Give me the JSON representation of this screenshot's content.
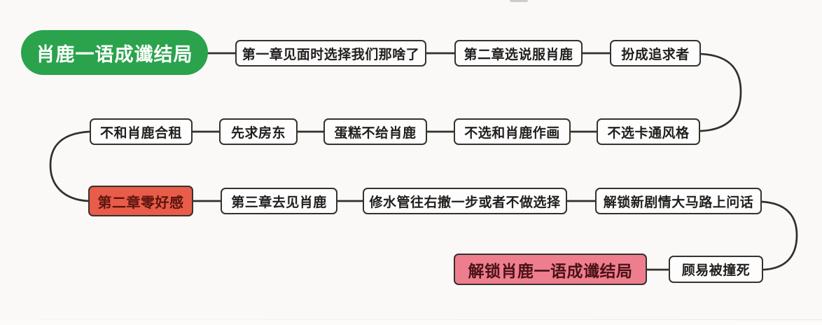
{
  "diagram": {
    "type": "flowchart",
    "nodes": [
      {
        "id": "root",
        "label": "肖鹿一语成谶结局",
        "kind": "root"
      },
      {
        "id": "ch1-choice",
        "label": "第一章见面时选择我们那啥了",
        "kind": "step"
      },
      {
        "id": "ch2-persuade",
        "label": "第二章选说服肖鹿",
        "kind": "step"
      },
      {
        "id": "pretend-suitor",
        "label": "扮成追求者",
        "kind": "step"
      },
      {
        "id": "no-cartoon-style",
        "label": "不选卡通风格",
        "kind": "step"
      },
      {
        "id": "no-paint-together",
        "label": "不选和肖鹿作画",
        "kind": "step"
      },
      {
        "id": "no-cake",
        "label": "蛋糕不给肖鹿",
        "kind": "step"
      },
      {
        "id": "ask-landlord-first",
        "label": "先求房东",
        "kind": "step"
      },
      {
        "id": "no-cohabit",
        "label": "不和肖鹿合租",
        "kind": "step"
      },
      {
        "id": "ch2-zero-favor",
        "label": "第二章零好感",
        "kind": "milestone"
      },
      {
        "id": "ch3-visit",
        "label": "第三章去见肖鹿",
        "kind": "step"
      },
      {
        "id": "plumbing-choice",
        "label": "修水管往右撤一步或者不做选择",
        "kind": "step"
      },
      {
        "id": "unlock-street-question",
        "label": "解锁新剧情大马路上问话",
        "kind": "step"
      },
      {
        "id": "guyi-hit",
        "label": "顾易被撞死",
        "kind": "step"
      },
      {
        "id": "unlock-ending",
        "label": "解锁肖鹿一语成谶结局",
        "kind": "ending"
      }
    ],
    "colors": {
      "canvas_bg": "#faf9f8",
      "node_bg": "#fdfdfd",
      "node_border": "#36322e",
      "node_text": "#211f1d",
      "connector": "#33302c",
      "root_bg": "#2aa34c",
      "root_text": "#ffffff",
      "milestone_bg": "#e85c49",
      "milestone_text": "#5a150e",
      "ending_bg": "#ee7e8e",
      "ending_text": "#4a1216"
    }
  }
}
